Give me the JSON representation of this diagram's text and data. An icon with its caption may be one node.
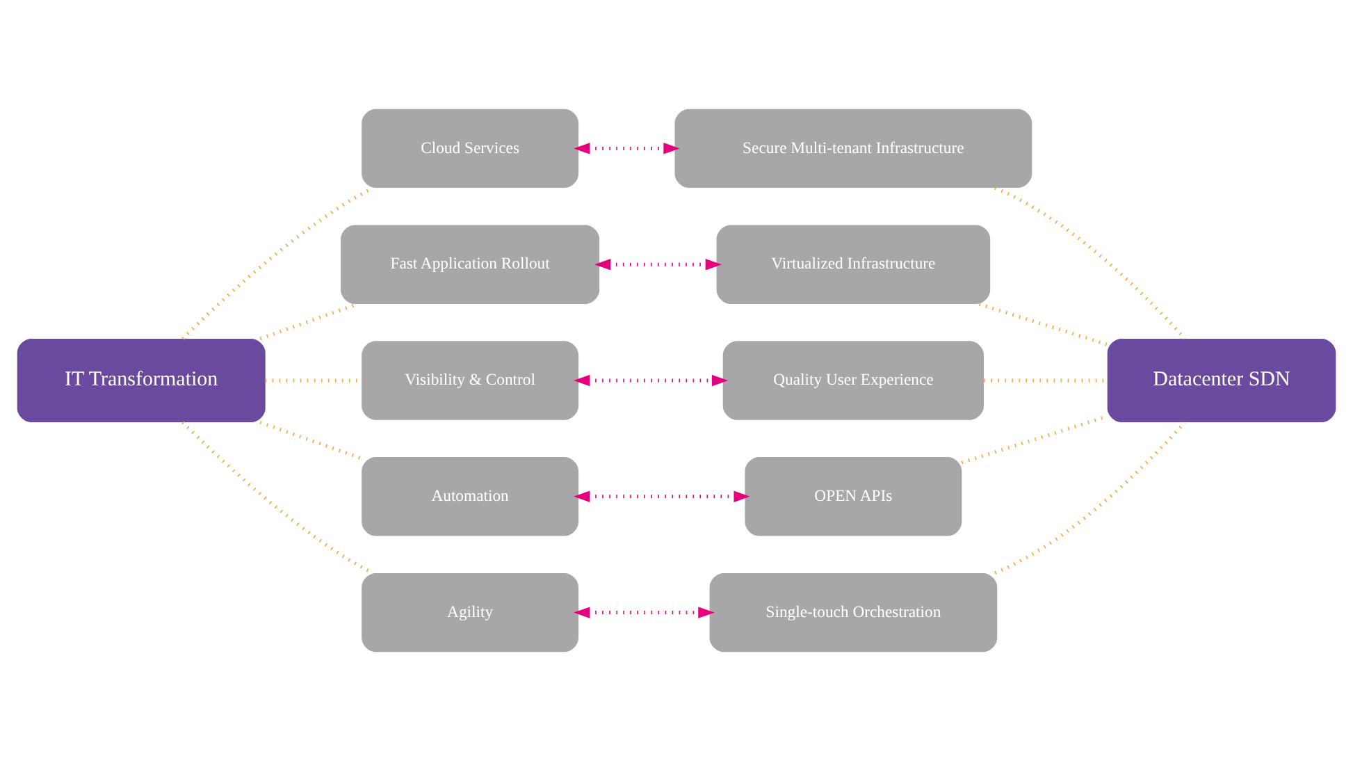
{
  "diagram": {
    "nodes": [
      {
        "text": [
          "IT Transformation"
        ]
      },
      {
        "text": [
          "Cloud Services"
        ]
      },
      {
        "text": [
          "Fast Application Rollout"
        ]
      },
      {
        "text": [
          "Visibility & Control"
        ]
      },
      {
        "text": [
          "Automation"
        ]
      },
      {
        "text": [
          "Agility"
        ]
      },
      {
        "text": [
          "Secure Multi-tenant Infrastructure"
        ]
      },
      {
        "text": [
          "Virtualized Infrastructure"
        ]
      },
      {
        "text": [
          "Quality User Experience"
        ]
      },
      {
        "text": [
          "OPEN APIs"
        ]
      },
      {
        "text": [
          "Single-touch Orchestration"
        ]
      },
      {
        "text": [
          "Datacenter SDN"
        ]
      }
    ],
    "edges": [
      {
        "from": 0,
        "to": 1,
        "arrow": "none",
        "style": "dashed"
      },
      {
        "from": 0,
        "to": 2,
        "arrow": "none",
        "style": "dashed"
      },
      {
        "from": 0,
        "to": 3,
        "arrow": "none",
        "style": "dashed"
      },
      {
        "from": 0,
        "to": 4,
        "arrow": "none",
        "style": "dashed"
      },
      {
        "from": 0,
        "to": 5,
        "arrow": "none",
        "style": "dashed"
      },
      {
        "from": 1,
        "to": 6,
        "arrow": "both",
        "style": "dashed",
        "color": "#e6007e"
      },
      {
        "from": 2,
        "to": 7,
        "arrow": "both",
        "style": "dashed",
        "color": "#e6007e"
      },
      {
        "from": 3,
        "to": 8,
        "arrow": "both",
        "style": "dashed",
        "color": "#e6007e"
      },
      {
        "from": 4,
        "to": 9,
        "arrow": "both",
        "style": "dashed",
        "color": "#e6007e"
      },
      {
        "from": 5,
        "to": 10,
        "arrow": "both",
        "style": "dashed",
        "color": "#e6007e"
      },
      {
        "from": 6,
        "to": 11,
        "arrow": "none",
        "style": "dashed"
      },
      {
        "from": 7,
        "to": 11,
        "arrow": "none",
        "style": "dashed"
      },
      {
        "from": 8,
        "to": 11,
        "arrow": "none",
        "style": "dashed"
      },
      {
        "from": 9,
        "to": 11,
        "arrow": "none",
        "style": "dashed"
      },
      {
        "from": 10,
        "to": 11,
        "arrow": "none",
        "style": "dashed"
      }
    ]
  }
}
